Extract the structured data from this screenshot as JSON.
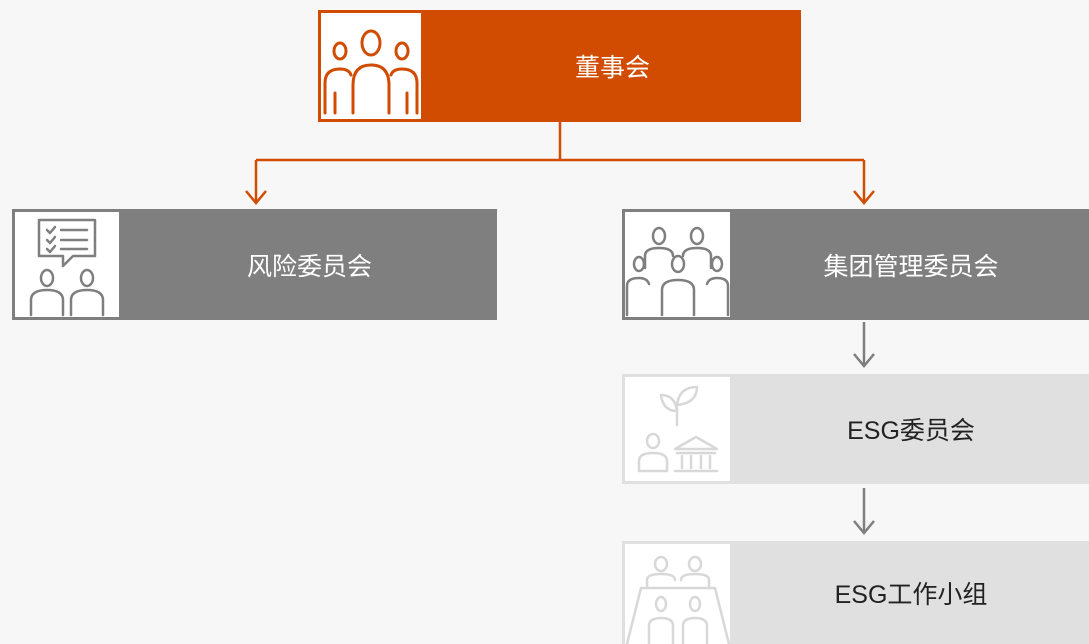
{
  "nodes": {
    "board": {
      "label": "董事会",
      "icon": "board-people-icon"
    },
    "risk": {
      "label": "风险委员会",
      "icon": "meeting-checklist-icon"
    },
    "group_mgmt": {
      "label": "集团管理委员会",
      "icon": "group-people-icon"
    },
    "esg_committee": {
      "label": "ESG委员会",
      "icon": "plant-institution-icon"
    },
    "esg_working_group": {
      "label": "ESG工作小组",
      "icon": "team-table-icon"
    }
  },
  "colors": {
    "board": "#d14b00",
    "committee": "#7f7f7f",
    "esg": "#e0e0e0",
    "background": "#f7f7f7"
  }
}
